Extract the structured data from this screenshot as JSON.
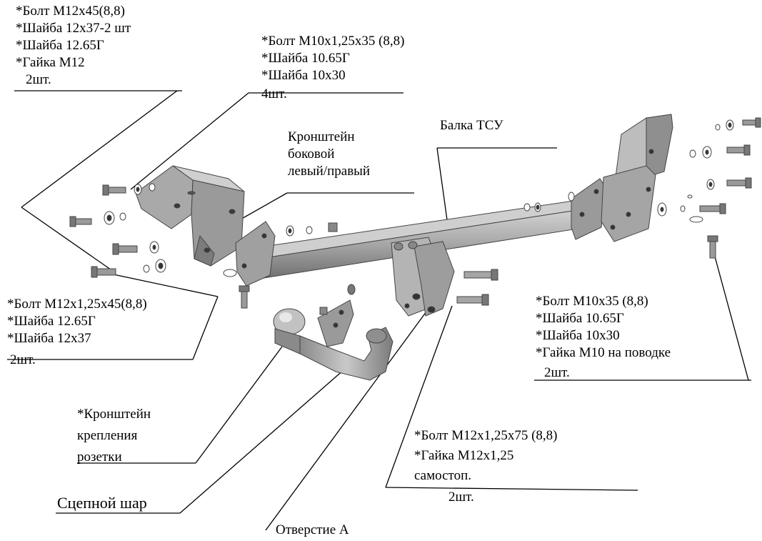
{
  "labels": {
    "top_left": [
      "*Болт М12х45(8,8)",
      "*Шайба 12х37-2 шт",
      "*Шайба 12.65Г",
      "*Гайка М12"
    ],
    "top_left_qty": "2шт.",
    "top_mid": [
      "*Болт М10х1,25х35 (8,8)",
      "*Шайба 10.65Г",
      "*Шайба 10х30"
    ],
    "top_mid_qty": "4шт.",
    "bracket_side": [
      "Кронштейн",
      "боковой",
      "левый/правый"
    ],
    "beam": "Балка ТСУ",
    "left_mid": [
      "*Болт М12х1,25х45(8,8)",
      "*Шайба 12.65Г",
      "*Шайба 12х37"
    ],
    "left_mid_qty": "2шт.",
    "right_mid": [
      "*Болт М10х35 (8,8)",
      "*Шайба 10.65Г",
      "*Шайба 10х30",
      "*Гайка М10 на поводке"
    ],
    "right_mid_qty": "2шт.",
    "socket_bracket": [
      "*Кронштейн",
      "крепления",
      "розетки"
    ],
    "bottom_right": [
      "*Болт М12х1,25х75 (8,8)",
      "*Гайка М12х1,25",
      "самостоп."
    ],
    "bottom_right_qty": "2шт.",
    "ball": "Сцепной шар",
    "hole": "Отверстие А"
  }
}
